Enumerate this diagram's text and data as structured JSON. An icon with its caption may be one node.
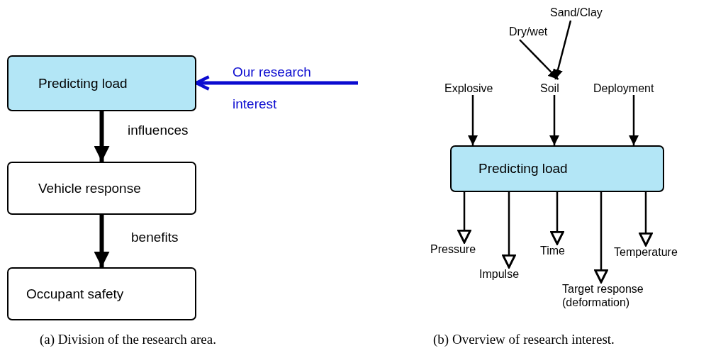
{
  "diagram": {
    "nodes": [
      {
        "text": [
          "Predicting load"
        ]
      },
      {
        "text": [
          "Vehicle response"
        ]
      },
      {
        "text": [
          "Occupant safety"
        ]
      },
      {
        "text": [
          "Dry/wet"
        ]
      },
      {
        "text": [
          "Sand/Clay"
        ]
      },
      {
        "text": [
          "Explosive"
        ]
      },
      {
        "text": [
          "Soil"
        ]
      },
      {
        "text": [
          "Deployment"
        ]
      },
      {
        "text": [
          "Predicting load"
        ]
      },
      {
        "text": [
          "Pressure"
        ]
      },
      {
        "text": [
          "Impulse"
        ]
      },
      {
        "text": [
          "Time"
        ]
      },
      {
        "text": [
          "Target response (deformation)"
        ]
      },
      {
        "text": [
          "Temperature"
        ]
      }
    ],
    "edges": [
      {
        "from": null,
        "to": 0,
        "arrow": "to",
        "label": "Our research interest",
        "style": "thick",
        "color": "#0b0bd0"
      },
      {
        "from": 0,
        "to": 1,
        "arrow": "to",
        "label": "influences",
        "style": "thick"
      },
      {
        "from": 1,
        "to": 2,
        "arrow": "to",
        "label": "benefits",
        "style": "thick"
      },
      {
        "from": 3,
        "to": 6,
        "arrow": "to"
      },
      {
        "from": 4,
        "to": 6,
        "arrow": "to"
      },
      {
        "from": 5,
        "to": 8,
        "arrow": "to"
      },
      {
        "from": 6,
        "to": 8,
        "arrow": "to"
      },
      {
        "from": 7,
        "to": 8,
        "arrow": "to"
      },
      {
        "from": 8,
        "to": 9,
        "arrow": "to"
      },
      {
        "from": 8,
        "to": 10,
        "arrow": "to"
      },
      {
        "from": 8,
        "to": 11,
        "arrow": "to"
      },
      {
        "from": 8,
        "to": 12,
        "arrow": "to"
      },
      {
        "from": 8,
        "to": 13,
        "arrow": "to"
      }
    ],
    "labels": [
      "(a) Division of the research area.",
      "(b) Overview of research interest."
    ]
  }
}
